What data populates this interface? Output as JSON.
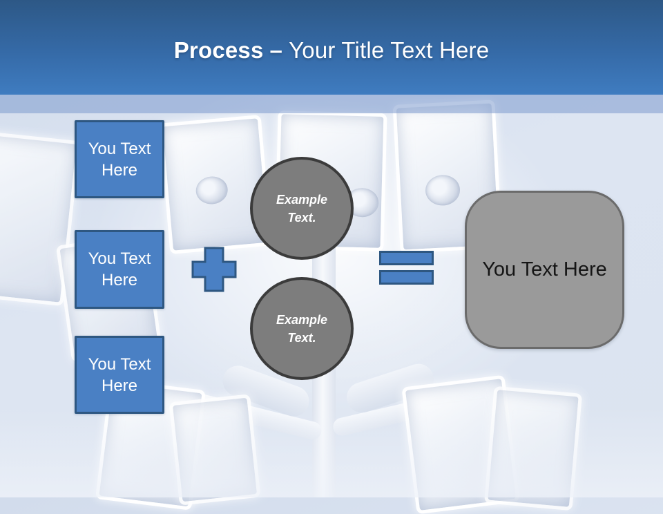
{
  "title": {
    "emphasis": "Process",
    "dash": "–",
    "rest": "Your Title Text Here"
  },
  "left_boxes": [
    {
      "label": "You Text Here"
    },
    {
      "label": "You Text Here"
    },
    {
      "label": "You Text Here"
    }
  ],
  "operators": {
    "plus_icon": "plus-icon",
    "equals_icon": "equals-icon"
  },
  "circles": [
    {
      "label": "Example Text."
    },
    {
      "label": "Example Text."
    }
  ],
  "result_box": {
    "label": "You Text Here"
  },
  "colors": {
    "header_top": "#2d5886",
    "header_bottom": "#3f7cc0",
    "accent_band": "#a5bade",
    "blue_shape_fill": "#4a80c4",
    "blue_shape_border": "#2e5781",
    "circle_fill": "#7d7d7d",
    "circle_border": "#3b3b3b",
    "result_fill": "#9a9a9a",
    "result_border": "#6b6b6b",
    "background": "#dce4f0"
  }
}
